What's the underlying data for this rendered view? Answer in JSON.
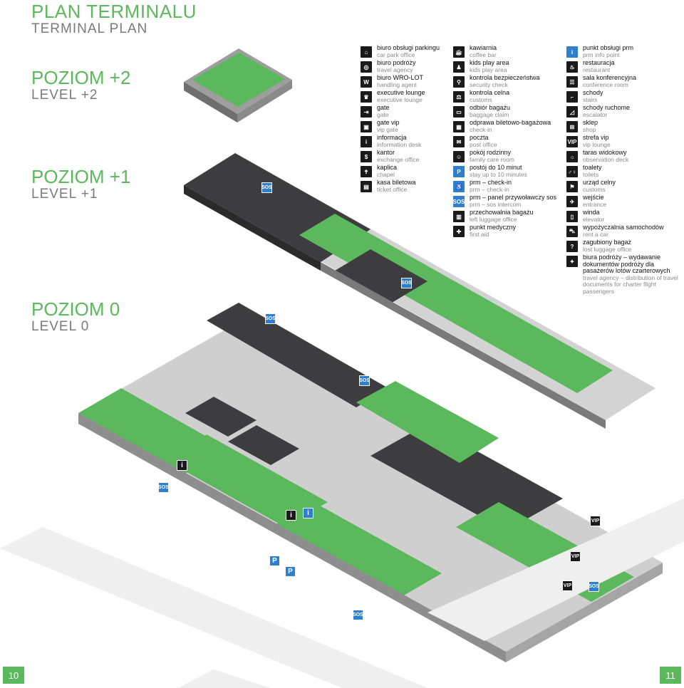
{
  "title": {
    "pl": "PLAN TERMINALU",
    "en": "TERMINAL PLAN"
  },
  "levels": [
    {
      "pl": "POZIOM +2",
      "en": "LEVEL +2"
    },
    {
      "pl": "POZIOM +1",
      "en": "LEVEL +1"
    },
    {
      "pl": "POZIOM 0",
      "en": "LEVEL 0"
    }
  ],
  "legend_col_1": [
    {
      "pl": "biuro obsługi parkingu",
      "en": "car park office",
      "icon": "car-park-office-icon",
      "glyph": "⌂"
    },
    {
      "pl": "biuro podróży",
      "en": "travel agency",
      "icon": "globe-icon",
      "glyph": "◎"
    },
    {
      "pl": "biuro WRO-LOT",
      "en": "handling agent",
      "icon": "wro-lot-icon",
      "glyph": "W"
    },
    {
      "pl": "executive lounge",
      "en": "executive lounge",
      "icon": "lounge-icon",
      "glyph": "♛"
    },
    {
      "pl": "gate",
      "en": "gate",
      "icon": "gate-icon",
      "glyph": "⇥"
    },
    {
      "pl": "gate vip",
      "en": "vip gate",
      "icon": "vip-gate-icon",
      "glyph": "▣"
    },
    {
      "pl": "informacja",
      "en": "information desk",
      "icon": "info-icon",
      "glyph": "i"
    },
    {
      "pl": "kantor",
      "en": "exchange office",
      "icon": "exchange-icon",
      "glyph": "$"
    },
    {
      "pl": "kaplica",
      "en": "chapel",
      "icon": "chapel-icon",
      "glyph": "✝"
    },
    {
      "pl": "kasa biletowa",
      "en": "ticket office",
      "icon": "ticket-icon",
      "glyph": "▤"
    }
  ],
  "legend_col_2": [
    {
      "pl": "kawiarnia",
      "en": "coffee bar",
      "icon": "coffee-icon",
      "glyph": "☕"
    },
    {
      "pl": "kids play area",
      "en": "kids play area",
      "icon": "kids-icon",
      "glyph": "♟"
    },
    {
      "pl": "kontrola bezpieczeństwa",
      "en": "security check",
      "icon": "security-icon",
      "glyph": "⚲"
    },
    {
      "pl": "kontrola celna",
      "en": "customs",
      "icon": "customs-icon",
      "glyph": "⚖"
    },
    {
      "pl": "odbiór bagażu",
      "en": "baggage claim",
      "icon": "baggage-claim-icon",
      "glyph": "▭"
    },
    {
      "pl": "odprawa biletowo-bagażowa",
      "en": "check-in",
      "icon": "check-in-icon",
      "glyph": "▦"
    },
    {
      "pl": "poczta",
      "en": "post office",
      "icon": "mail-icon",
      "glyph": "✉"
    },
    {
      "pl": "pokój rodzinny",
      "en": "family care room",
      "icon": "family-icon",
      "glyph": "☺"
    },
    {
      "pl": "postój do 10 minut",
      "en": "stay up to 10 minutes",
      "icon": "parking-icon",
      "glyph": "P",
      "blue": true
    },
    {
      "pl": "prm – check-in",
      "en": "prm – check-in",
      "icon": "prm-check-in-icon",
      "glyph": "♿",
      "blue": true
    },
    {
      "pl": "prm – panel przywoławczy sos",
      "en": "prm – sos intercom",
      "icon": "sos-icon",
      "glyph": "SOS",
      "blue": true
    },
    {
      "pl": "przechowalnia bagażu",
      "en": "left luggage office",
      "icon": "left-luggage-icon",
      "glyph": "▥"
    },
    {
      "pl": "punkt medyczny",
      "en": "first aid",
      "icon": "first-aid-icon",
      "glyph": "✚"
    }
  ],
  "legend_col_3": [
    {
      "pl": "punkt obsługi prm",
      "en": "prm info point",
      "icon": "prm-info-icon",
      "glyph": "i",
      "blue": true
    },
    {
      "pl": "restauracja",
      "en": "restaurant",
      "icon": "restaurant-icon",
      "glyph": "♨"
    },
    {
      "pl": "sala konferencyjna",
      "en": "conference room",
      "icon": "conference-icon",
      "glyph": "☰"
    },
    {
      "pl": "schody",
      "en": "stairs",
      "icon": "stairs-icon",
      "glyph": "⌐"
    },
    {
      "pl": "schody ruchome",
      "en": "escalator",
      "icon": "escalator-icon",
      "glyph": "◿"
    },
    {
      "pl": "sklep",
      "en": "shop",
      "icon": "shop-icon",
      "glyph": "⊞"
    },
    {
      "pl": "strefa vip",
      "en": "vip lounge",
      "icon": "vip-icon",
      "glyph": "VIP"
    },
    {
      "pl": "taras widokowy",
      "en": "observation deck",
      "icon": "observation-icon",
      "glyph": "☼"
    },
    {
      "pl": "toalety",
      "en": "toilets",
      "icon": "toilets-icon",
      "glyph": "♂♀"
    },
    {
      "pl": "urząd celny",
      "en": "customs",
      "icon": "customs-office-icon",
      "glyph": "⚑"
    },
    {
      "pl": "wejście",
      "en": "entrance",
      "icon": "entrance-icon",
      "glyph": "✈"
    },
    {
      "pl": "winda",
      "en": "elevator",
      "icon": "elevator-icon",
      "glyph": "▯"
    },
    {
      "pl": "wypożyczalnia samochodów",
      "en": "rent a car",
      "icon": "car-rental-icon",
      "glyph": "⛍"
    },
    {
      "pl": "zagubiony bagaż",
      "en": "lost luggage office",
      "icon": "lost-luggage-icon",
      "glyph": "?"
    },
    {
      "pl": "biura podróży – wydawanie dokumentów podróży dla pasażerów lotów czarterowych",
      "en": "travel agency – distribution of travel documents for charter flight passengers",
      "icon": "charter-icon",
      "glyph": "✦",
      "tall": true
    }
  ],
  "pages": {
    "left": "10",
    "right": "11"
  },
  "map_labels": {
    "sos": "SOS",
    "vip": "VIP",
    "parking": "P",
    "info": "i"
  },
  "colors": {
    "green": "#5cb85c",
    "dark": "#3d3d3f",
    "grey": "#bfbfbf",
    "light": "#e6e6e6",
    "blue": "#2f7fd1"
  }
}
